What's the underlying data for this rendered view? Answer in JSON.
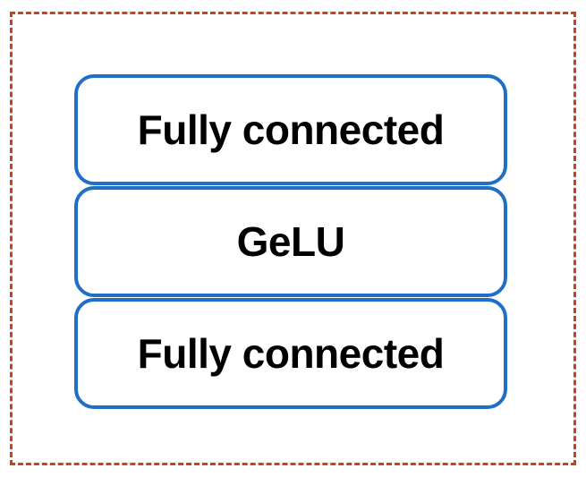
{
  "diagram": {
    "colors": {
      "frame_border": "#c8431b",
      "block_border": "#1f6fc7",
      "text": "#000000",
      "background": "#ffffff"
    },
    "blocks": [
      {
        "label": "Fully connected"
      },
      {
        "label": "GeLU"
      },
      {
        "label": "Fully connected"
      }
    ]
  }
}
